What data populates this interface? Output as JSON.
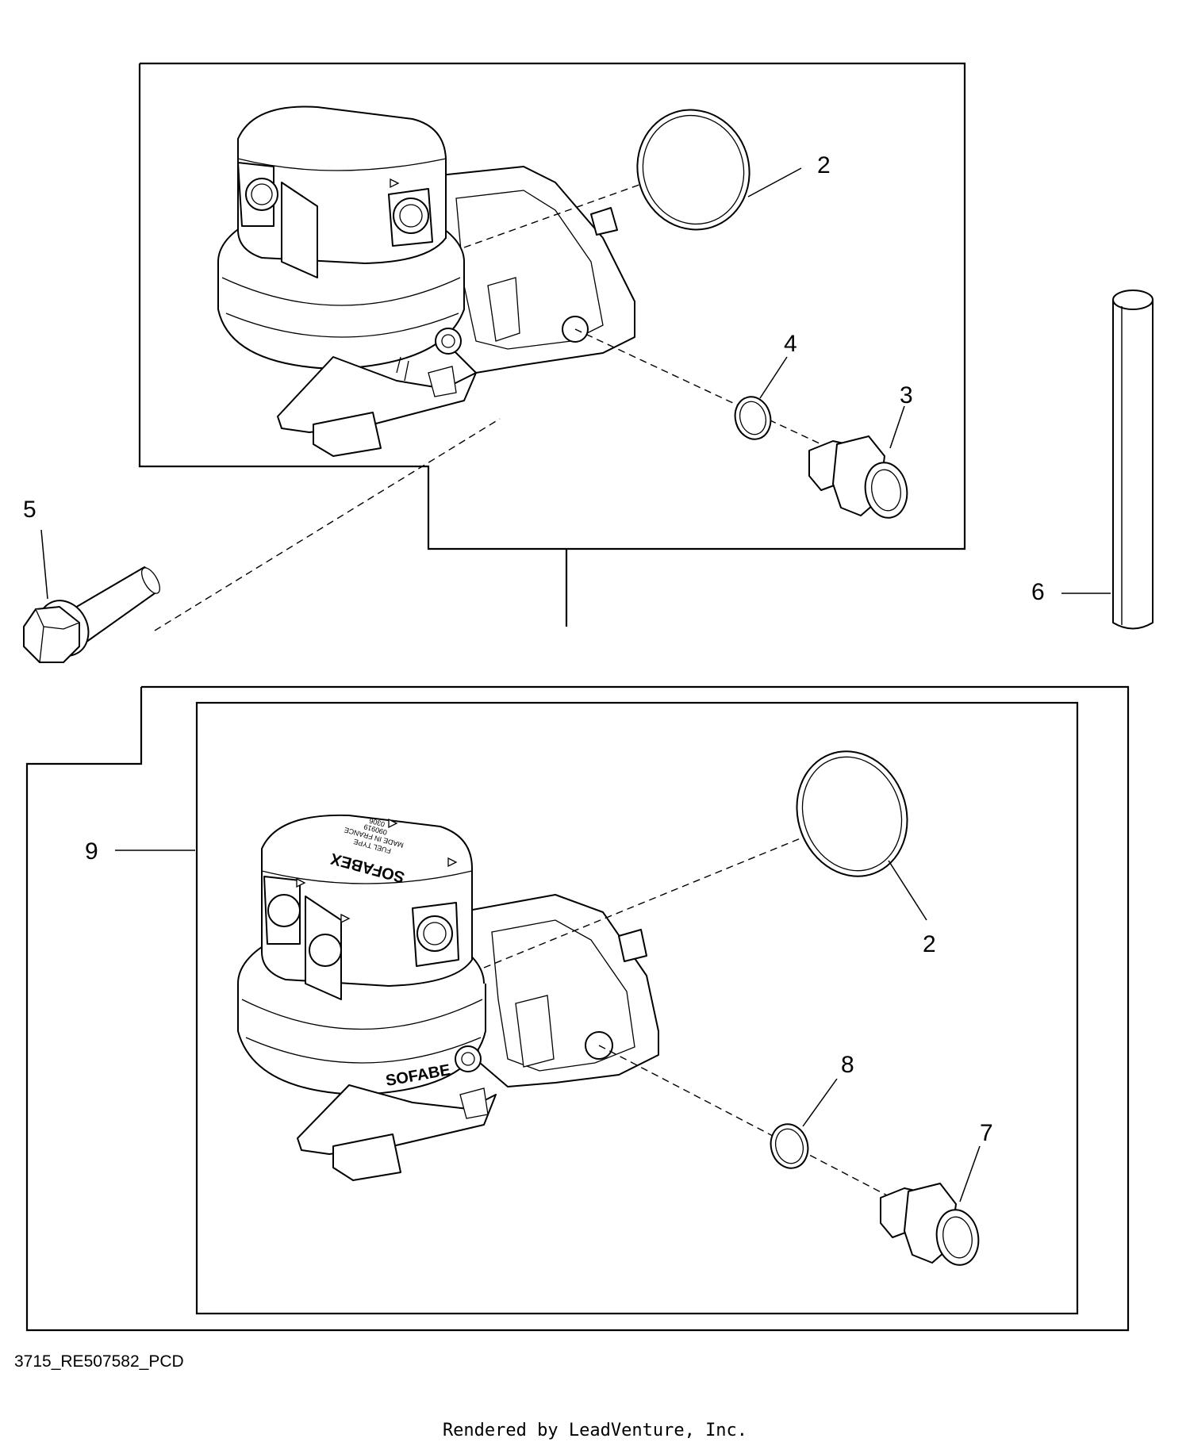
{
  "diagram": {
    "callouts": {
      "top_gasket": "2",
      "top_fitting": "3",
      "top_washer": "4",
      "bolt": "5",
      "pin": "6",
      "bottom_fitting": "7",
      "bottom_washer": "8",
      "assembly_kit": "9",
      "bottom_gasket": "2"
    },
    "pump_face_text": {
      "brand": "SOFABEX",
      "brand_side": "SOFABE",
      "line1": "FUEL TYPE",
      "line2": "MADE IN FRANCE",
      "line3": "090919",
      "line4": "0306"
    },
    "drawing_code": "3715_RE507582_PCD",
    "footer": "Rendered by LeadVenture, Inc."
  }
}
